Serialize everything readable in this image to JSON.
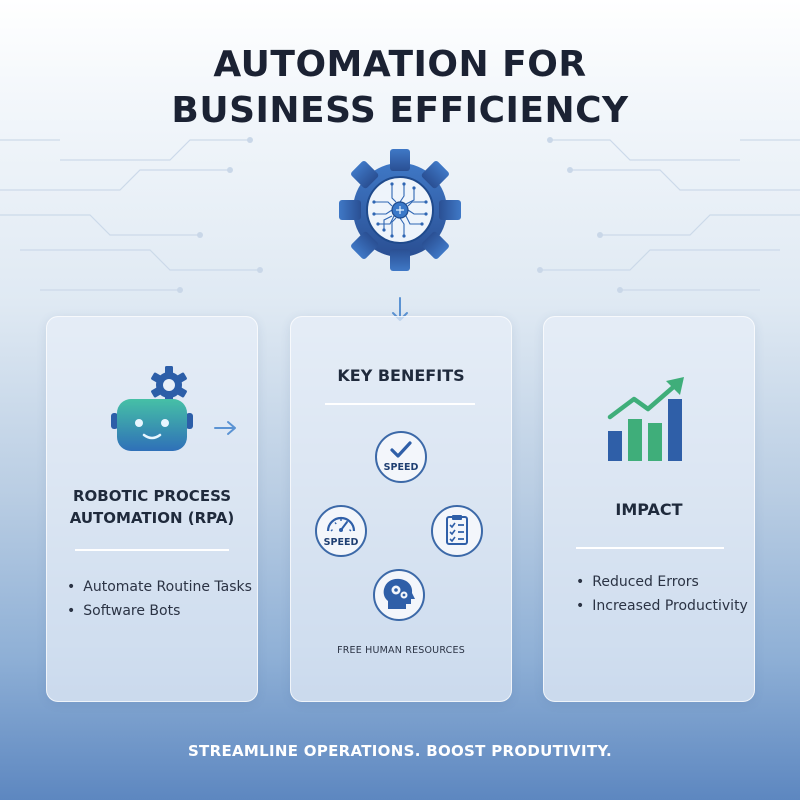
{
  "title": {
    "line1": "AUTOMATION FOR",
    "line2": "BUSINESS EFFICIENCY"
  },
  "hero_icon": "gear-circuit-icon",
  "cards": {
    "rpa": {
      "icon": "robot-gear-icon",
      "title_line1": "ROBOTIC PROCESS",
      "title_line2": "AUTOMATION (RPA)",
      "bullets": [
        "Automate Routine Tasks",
        "Software Bots"
      ]
    },
    "benefits": {
      "title": "KEY BENEFITS",
      "items": [
        {
          "icon": "checkmark-icon",
          "label": "SPEED"
        },
        {
          "icon": "speedometer-icon",
          "label": "SPEED"
        },
        {
          "icon": "checklist-icon",
          "label": ""
        },
        {
          "icon": "head-gears-icon",
          "label": ""
        }
      ],
      "caption": "FREE HUMAN RESOURCES"
    },
    "impact": {
      "icon": "growth-chart-icon",
      "title": "IMPACT",
      "bullets": [
        "Reduced Errors",
        "Increased Productivity"
      ]
    }
  },
  "footer": "STREAMLINE OPERATIONS. BOOST PRODUTIVITY.",
  "colors": {
    "primary": "#2f5fa8",
    "accent_green": "#3fae7a",
    "title_text": "#1b2233"
  }
}
